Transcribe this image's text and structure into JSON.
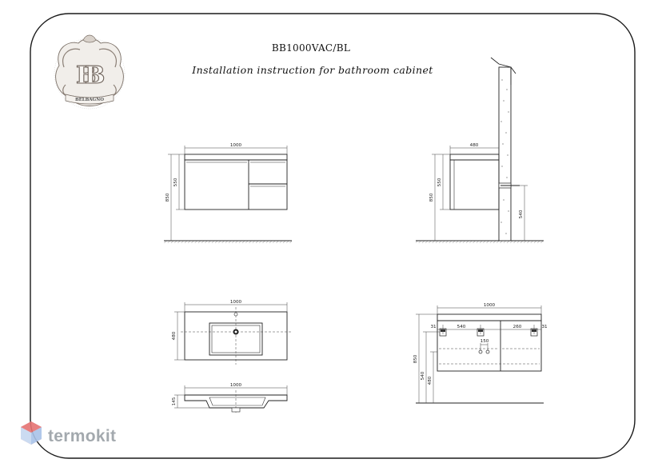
{
  "header": {
    "model": "BB1000VAC/BL",
    "title": "Installation instruction for bathroom cabinet"
  },
  "logo": {
    "brand": "BELBAGNO"
  },
  "front_view": {
    "width": "1000",
    "height_total": "850",
    "height_cabinet": "550"
  },
  "side_view": {
    "depth": "480",
    "height_total": "850",
    "height_cabinet": "550",
    "mount_height": "540"
  },
  "top_view": {
    "width": "1000",
    "depth": "480"
  },
  "basin_section": {
    "width": "1000",
    "thickness": "145"
  },
  "back_view": {
    "width": "1000",
    "offset_left": "31",
    "span_left": "540",
    "span_right": "260",
    "offset_right": "31",
    "pipe_spacing": "150",
    "height_total": "850",
    "mount_height": "540",
    "pipe_height": "480"
  },
  "watermark": {
    "text": "termokit",
    "colors": [
      "#f0a7a7",
      "#a9c3e8",
      "#e57373"
    ]
  }
}
